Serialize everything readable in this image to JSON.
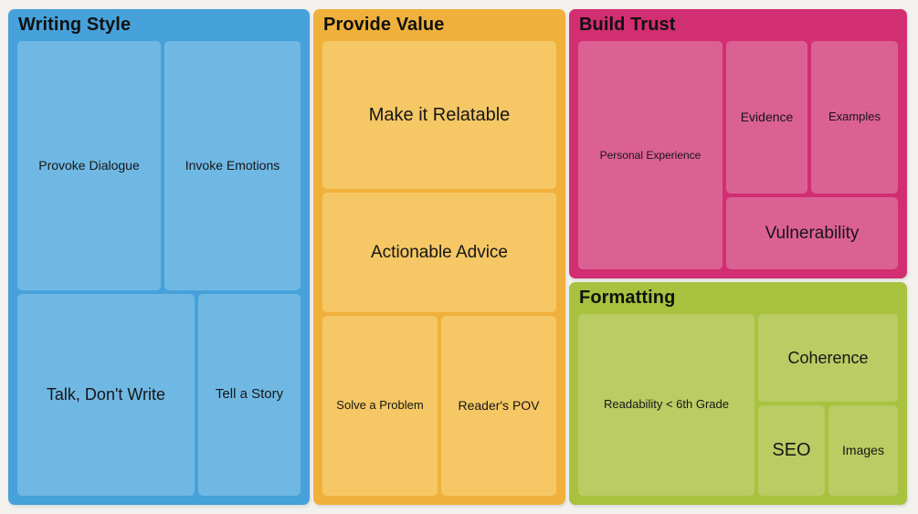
{
  "page": {
    "background_color": "#f2f1ee",
    "text_color": "#141414",
    "description": "Treemap-style diagram of blog writing tips with four color-coded groups"
  },
  "sections": {
    "writing_style": {
      "title": "Writing Style",
      "colors": {
        "frame": "#47a1da",
        "cell": "#70b8e4"
      },
      "cells": {
        "provoke_dialogue": {
          "label": "Provoke Dialogue"
        },
        "invoke_emotions": {
          "label": "Invoke Emotions"
        },
        "talk_dont_write": {
          "label": "Talk, Don't Write"
        },
        "tell_a_story": {
          "label": "Tell a Story"
        }
      }
    },
    "provide_value": {
      "title": "Provide Value",
      "colors": {
        "frame": "#f0b13c",
        "cell": "#f5c765"
      },
      "cells": {
        "make_it_relatable": {
          "label": "Make it Relatable"
        },
        "actionable_advice": {
          "label": "Actionable Advice"
        },
        "solve_a_problem": {
          "label": "Solve a Problem"
        },
        "readers_pov": {
          "label": "Reader's POV"
        }
      }
    },
    "build_trust": {
      "title": "Build Trust",
      "colors": {
        "frame": "#d22e72",
        "cell": "#dc6193"
      },
      "cells": {
        "personal_experience": {
          "label": "Personal Experience"
        },
        "evidence": {
          "label": "Evidence"
        },
        "examples": {
          "label": "Examples"
        },
        "vulnerability": {
          "label": "Vulnerability"
        }
      }
    },
    "formatting": {
      "title": "Formatting",
      "colors": {
        "frame": "#a8c23f",
        "cell": "#bacc63"
      },
      "cells": {
        "readability": {
          "label": "Readability < 6th Grade"
        },
        "coherence": {
          "label": "Coherence"
        },
        "seo": {
          "label": "SEO"
        },
        "images": {
          "label": "Images"
        }
      }
    }
  }
}
